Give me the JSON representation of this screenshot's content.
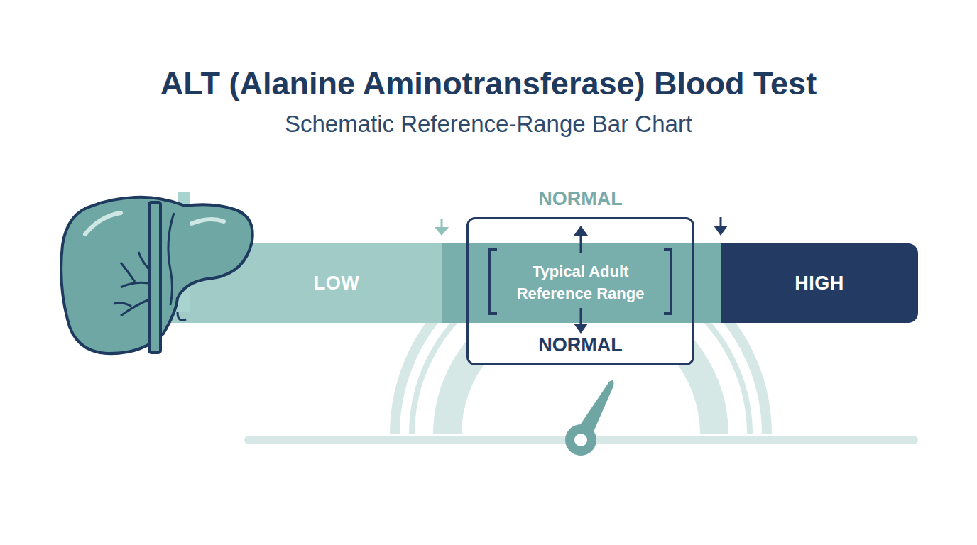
{
  "diagram": {
    "title": "ALT (Alanine Aminotransferase) Blood Test",
    "nodes": [
      {
        "text": [
          "LOW"
        ]
      },
      {
        "text": [
          "NORMAL",
          "Typical Adult Reference Range",
          "NORMAL"
        ]
      },
      {
        "text": [
          "HIGH"
        ]
      }
    ],
    "labels": [
      "Schematic Reference-Range Bar Chart"
    ]
  }
}
